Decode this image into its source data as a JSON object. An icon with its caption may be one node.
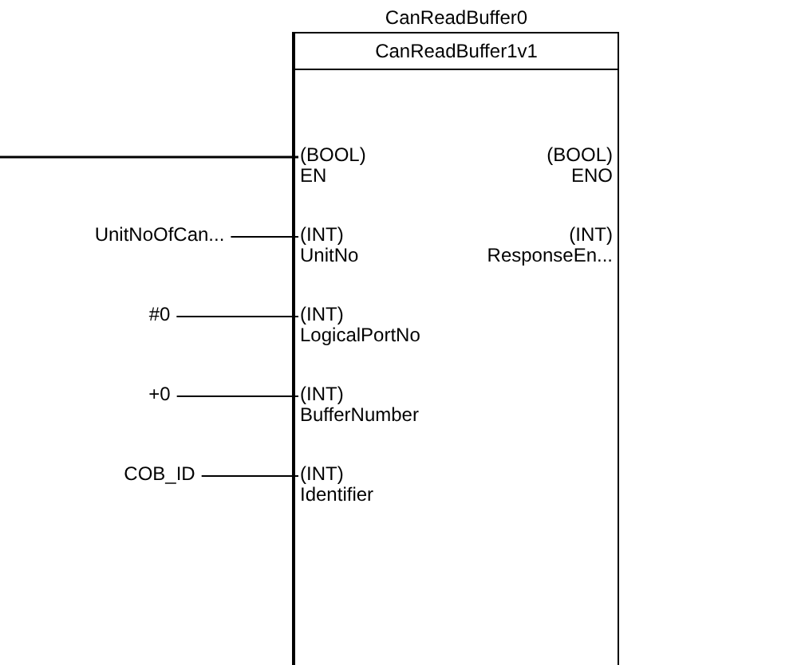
{
  "diagram": {
    "nodes": [
      {
        "text": [
          "CanReadBuffer1v1"
        ],
        "beside": [
          "CanReadBuffer0"
        ]
      },
      {
        "text": [
          "(BOOL)",
          "EN"
        ],
        "in": 0
      },
      {
        "text": [
          "(BOOL)",
          "ENO"
        ],
        "in": 0
      },
      {
        "text": [
          "(INT)",
          "UnitNo"
        ],
        "in": 0
      },
      {
        "text": [
          "(INT)",
          "ResponseEn..."
        ],
        "in": 0
      },
      {
        "text": [
          "(INT)",
          "LogicalPortNo"
        ],
        "in": 0
      },
      {
        "text": [
          "(INT)",
          "BufferNumber"
        ],
        "in": 0
      },
      {
        "text": [
          "(INT)",
          "Identifier"
        ],
        "in": 0
      },
      {
        "text": [
          "UnitNoOfCan..."
        ]
      },
      {
        "text": [
          "#0"
        ]
      },
      {
        "text": [
          "+0"
        ]
      },
      {
        "text": [
          "COB_ID"
        ]
      }
    ],
    "edges": [
      {
        "from": null,
        "to": 1,
        "arrow": "none"
      },
      {
        "from": 8,
        "to": 3,
        "arrow": "none"
      },
      {
        "from": 9,
        "to": 5,
        "arrow": "none"
      },
      {
        "from": 10,
        "to": 6,
        "arrow": "none"
      },
      {
        "from": 11,
        "to": 7,
        "arrow": "none"
      }
    ]
  }
}
